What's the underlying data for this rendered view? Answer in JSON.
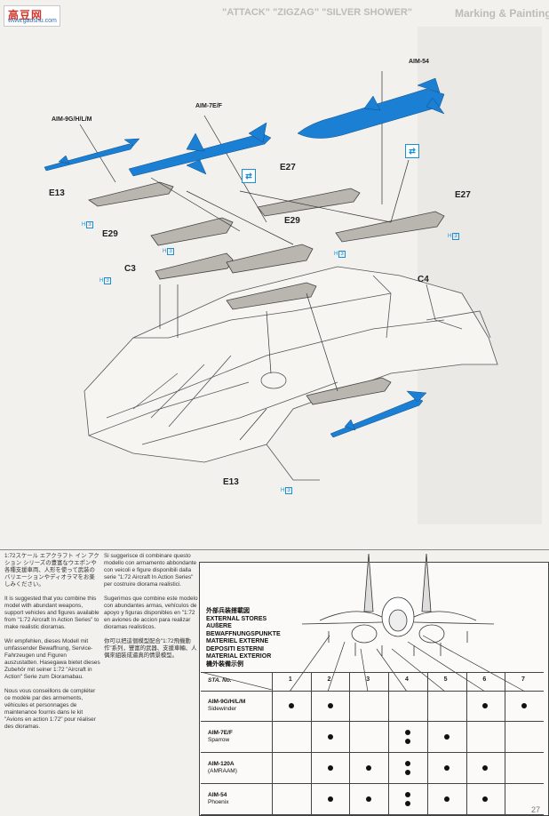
{
  "header": {
    "logo_cn": "高豆网",
    "logo_en": "www.gaoshu.com",
    "ghost_right": "Marking & Painting",
    "ghost_mid": "\"ATTACK\" \"ZIGZAG\"  \"SILVER SHOWER\""
  },
  "weapons": {
    "aim9": "AIM-9G/H/L/M",
    "aim7": "AIM-7E/F",
    "aim54": "AIM-54"
  },
  "parts": {
    "e13_top": "E13",
    "e13_bottom": "E13",
    "e27_left": "E27",
    "e27_right": "E27",
    "e29_left": "E29",
    "e29_right": "E29",
    "c3": "C3",
    "c4": "C4"
  },
  "hmarks": {
    "prefix": "H",
    "num": "3"
  },
  "colors": {
    "missile_blue": "#1b7fd4",
    "pylon_gray": "#b9b6b0",
    "badge_blue": "#1a8fd6"
  },
  "text": {
    "jp1": "1:72スケール エアクラフト イン アクション シリーズの豊富なウエポンや各種支援車両、人形を使って武装のバリエーションやディオラマをお楽しみください。",
    "en": "It is suggested that you combine this model with abundant weapons, support vehicles and figures available from \"1:72 Aircraft In Action Series\" to make realistic dioramas.",
    "de": "Wir empfehlen, dieses Modell mit umfassender Bewaffnung, Service-Fahrzeugen und Figuren auszustatten. Hasegawa bietet dieses Zubehör mit seiner 1:72 \"Aircraft in Action\" Serie zum Dioramabau.",
    "fr": "Nous vous conseillons de compléter ce modèle par des armements, véhicules et personnages de maintenance fournis dans le kit \"Avions en action 1:72\" pour réaliser des dioramas.",
    "it": "Si suggerisce di combinare questo modello con armamento abbondante con veicoli e figure disponibili dalla serie \"1:72 Aircraft In Action Series\" per costruire diorama realistici.",
    "es": "Sugerimos que combine este modelo con abundantes armas, vehículos de apoyo y figuras disponibles en \"1:72 en aviones de accion para realizar dioramas realisticos.",
    "zh": "你可以把這個模型配合\"1:72飛機動作\"系列，豐富的武器、支援車輛、人偶來組裝成逼真的情景模型。"
  },
  "stores": {
    "title_jp": "外部兵装搭載図",
    "title_en": "EXTERNAL STORES",
    "title_de": "AUßERE",
    "title_de2": "BEWAFFNUNGSPUNKTE",
    "title_fr": "MATERIEL EXTERNE",
    "title_it": "DEPOSITI ESTERNI",
    "title_es": "MATERIAL EXTERIOR",
    "title_zh": "機外裝備示例",
    "sta_label": "STA. No.",
    "stations": [
      "1",
      "2",
      "3",
      "4",
      "5",
      "6",
      "7"
    ],
    "rows": [
      {
        "name": "AIM-9G/H/L/M",
        "sub": "Sidewinder",
        "dots": [
          1,
          1,
          0,
          0,
          0,
          1,
          1
        ]
      },
      {
        "name": "AIM-7E/F",
        "sub": "Sparrow",
        "dots": [
          0,
          1,
          0,
          2,
          1,
          0,
          0
        ]
      },
      {
        "name": "AIM-120A",
        "sub": "(AMRAAM)",
        "dots": [
          0,
          1,
          1,
          2,
          1,
          1,
          0
        ]
      },
      {
        "name": "AIM-54",
        "sub": "Phoenix",
        "dots": [
          0,
          1,
          1,
          2,
          1,
          1,
          0
        ]
      }
    ]
  },
  "page_number": "27"
}
